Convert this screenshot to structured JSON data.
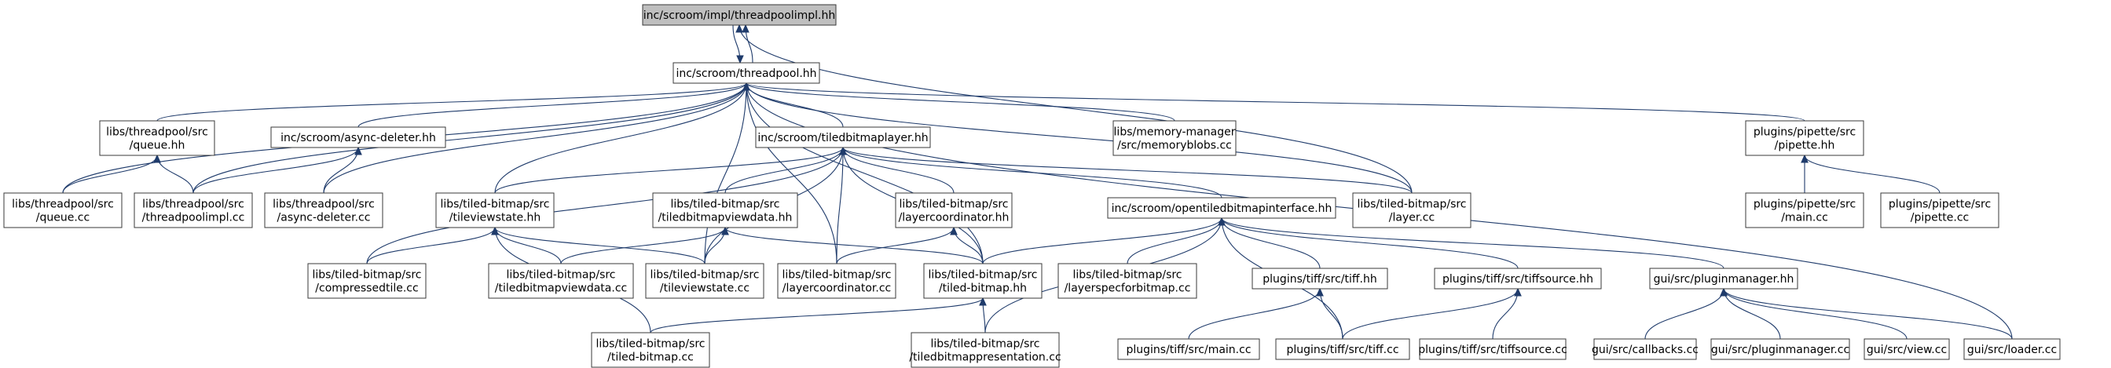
{
  "graph": {
    "nodes": [
      {
        "id": "n_tpimpl_h",
        "lines": [
          "inc/scroom/impl/threadpoolimpl.hh"
        ],
        "focus": true
      },
      {
        "id": "n_threadpool",
        "lines": [
          "inc/scroom/threadpool.hh"
        ]
      },
      {
        "id": "n_queue_hh",
        "lines": [
          "libs/threadpool/src",
          "/queue.hh"
        ]
      },
      {
        "id": "n_asyncdel_hh",
        "lines": [
          "inc/scroom/async-deleter.hh"
        ]
      },
      {
        "id": "n_tbl",
        "lines": [
          "inc/scroom/tiledbitmaplayer.hh"
        ]
      },
      {
        "id": "n_memblobs",
        "lines": [
          "libs/memory-manager",
          "/src/memoryblobs.cc"
        ]
      },
      {
        "id": "n_pipette_hh",
        "lines": [
          "plugins/pipette/src",
          "/pipette.hh"
        ]
      },
      {
        "id": "n_queue_cc",
        "lines": [
          "libs/threadpool/src",
          "/queue.cc"
        ]
      },
      {
        "id": "n_tpimpl_cc",
        "lines": [
          "libs/threadpool/src",
          "/threadpoolimpl.cc"
        ]
      },
      {
        "id": "n_asyncdel_cc",
        "lines": [
          "libs/threadpool/src",
          "/async-deleter.cc"
        ]
      },
      {
        "id": "n_tvs_hh",
        "lines": [
          "libs/tiled-bitmap/src",
          "/tileviewstate.hh"
        ]
      },
      {
        "id": "n_tbvd_hh",
        "lines": [
          "libs/tiled-bitmap/src",
          "/tiledbitmapviewdata.hh"
        ]
      },
      {
        "id": "n_lc_hh",
        "lines": [
          "libs/tiled-bitmap/src",
          "/layercoordinator.hh"
        ]
      },
      {
        "id": "n_otbi",
        "lines": [
          "inc/scroom/opentiledbitmapinterface.hh"
        ]
      },
      {
        "id": "n_layer_cc",
        "lines": [
          "libs/tiled-bitmap/src",
          "/layer.cc"
        ]
      },
      {
        "id": "n_pip_main",
        "lines": [
          "plugins/pipette/src",
          "/main.cc"
        ]
      },
      {
        "id": "n_pip_cc",
        "lines": [
          "plugins/pipette/src",
          "/pipette.cc"
        ]
      },
      {
        "id": "n_ctile",
        "lines": [
          "libs/tiled-bitmap/src",
          "/compressedtile.cc"
        ]
      },
      {
        "id": "n_tbvd_cc",
        "lines": [
          "libs/tiled-bitmap/src",
          "/tiledbitmapviewdata.cc"
        ]
      },
      {
        "id": "n_tvs_cc",
        "lines": [
          "libs/tiled-bitmap/src",
          "/tileviewstate.cc"
        ]
      },
      {
        "id": "n_lc_cc",
        "lines": [
          "libs/tiled-bitmap/src",
          "/layercoordinator.cc"
        ]
      },
      {
        "id": "n_tb_hh",
        "lines": [
          "libs/tiled-bitmap/src",
          "/tiled-bitmap.hh"
        ]
      },
      {
        "id": "n_lsfb",
        "lines": [
          "libs/tiled-bitmap/src",
          "/layerspecforbitmap.cc"
        ]
      },
      {
        "id": "n_tiff_hh",
        "lines": [
          "plugins/tiff/src/tiff.hh"
        ]
      },
      {
        "id": "n_tiffsrc_hh",
        "lines": [
          "plugins/tiff/src/tiffsource.hh"
        ]
      },
      {
        "id": "n_pm_hh",
        "lines": [
          "gui/src/pluginmanager.hh"
        ]
      },
      {
        "id": "n_tb_cc",
        "lines": [
          "libs/tiled-bitmap/src",
          "/tiled-bitmap.cc"
        ]
      },
      {
        "id": "n_tbp_cc",
        "lines": [
          "libs/tiled-bitmap/src",
          "/tiledbitmappresentation.cc"
        ]
      },
      {
        "id": "n_tiff_main",
        "lines": [
          "plugins/tiff/src/main.cc"
        ]
      },
      {
        "id": "n_tiff_cc",
        "lines": [
          "plugins/tiff/src/tiff.cc"
        ]
      },
      {
        "id": "n_tiffsrc_cc",
        "lines": [
          "plugins/tiff/src/tiffsource.cc"
        ]
      },
      {
        "id": "n_callbacks",
        "lines": [
          "gui/src/callbacks.cc"
        ]
      },
      {
        "id": "n_pm_cc",
        "lines": [
          "gui/src/pluginmanager.cc"
        ]
      },
      {
        "id": "n_view",
        "lines": [
          "gui/src/view.cc"
        ]
      },
      {
        "id": "n_loader",
        "lines": [
          "gui/src/loader.cc"
        ]
      }
    ],
    "edges": [
      [
        "n_tpimpl_h",
        "n_threadpool"
      ],
      [
        "n_threadpool",
        "n_tpimpl_h"
      ],
      [
        "n_tpimpl_h",
        "n_layer_cc"
      ],
      [
        "n_threadpool",
        "n_queue_hh"
      ],
      [
        "n_threadpool",
        "n_asyncdel_hh"
      ],
      [
        "n_threadpool",
        "n_tbl"
      ],
      [
        "n_threadpool",
        "n_memblobs"
      ],
      [
        "n_threadpool",
        "n_pipette_hh"
      ],
      [
        "n_threadpool",
        "n_queue_cc"
      ],
      [
        "n_threadpool",
        "n_tpimpl_cc"
      ],
      [
        "n_threadpool",
        "n_asyncdel_cc"
      ],
      [
        "n_threadpool",
        "n_tvs_hh"
      ],
      [
        "n_threadpool",
        "n_tvs_cc"
      ],
      [
        "n_threadpool",
        "n_lc_cc"
      ],
      [
        "n_threadpool",
        "n_tb_hh"
      ],
      [
        "n_threadpool",
        "n_layer_cc"
      ],
      [
        "n_threadpool",
        "n_loader"
      ],
      [
        "n_queue_hh",
        "n_queue_cc"
      ],
      [
        "n_queue_hh",
        "n_tpimpl_cc"
      ],
      [
        "n_asyncdel_hh",
        "n_tpimpl_cc"
      ],
      [
        "n_asyncdel_hh",
        "n_asyncdel_cc"
      ],
      [
        "n_tbl",
        "n_tvs_hh"
      ],
      [
        "n_tbl",
        "n_tbvd_hh"
      ],
      [
        "n_tbl",
        "n_lc_hh"
      ],
      [
        "n_tbl",
        "n_otbi"
      ],
      [
        "n_tbl",
        "n_layer_cc"
      ],
      [
        "n_tbl",
        "n_ctile"
      ],
      [
        "n_tbl",
        "n_tvs_cc"
      ],
      [
        "n_tbl",
        "n_lc_cc"
      ],
      [
        "n_tbl",
        "n_tb_hh"
      ],
      [
        "n_pipette_hh",
        "n_pip_main"
      ],
      [
        "n_pipette_hh",
        "n_pip_cc"
      ],
      [
        "n_tvs_hh",
        "n_ctile"
      ],
      [
        "n_tvs_hh",
        "n_tbvd_cc"
      ],
      [
        "n_tvs_hh",
        "n_tvs_cc"
      ],
      [
        "n_tvs_hh",
        "n_tb_cc"
      ],
      [
        "n_tbvd_hh",
        "n_tbvd_cc"
      ],
      [
        "n_tbvd_hh",
        "n_tvs_cc"
      ],
      [
        "n_tbvd_hh",
        "n_tb_hh"
      ],
      [
        "n_lc_hh",
        "n_lc_cc"
      ],
      [
        "n_lc_hh",
        "n_tb_hh"
      ],
      [
        "n_otbi",
        "n_tb_hh"
      ],
      [
        "n_otbi",
        "n_lsfb"
      ],
      [
        "n_otbi",
        "n_tiff_hh"
      ],
      [
        "n_otbi",
        "n_tiffsrc_hh"
      ],
      [
        "n_otbi",
        "n_pm_hh"
      ],
      [
        "n_otbi",
        "n_tbp_cc"
      ],
      [
        "n_otbi",
        "n_tiff_cc"
      ],
      [
        "n_tb_hh",
        "n_tb_cc"
      ],
      [
        "n_tb_hh",
        "n_tbp_cc"
      ],
      [
        "n_tiff_hh",
        "n_tiff_main"
      ],
      [
        "n_tiff_hh",
        "n_tiff_cc"
      ],
      [
        "n_tiffsrc_hh",
        "n_tiff_cc"
      ],
      [
        "n_tiffsrc_hh",
        "n_tiffsrc_cc"
      ],
      [
        "n_pm_hh",
        "n_callbacks"
      ],
      [
        "n_pm_hh",
        "n_pm_cc"
      ],
      [
        "n_pm_hh",
        "n_view"
      ],
      [
        "n_pm_hh",
        "n_loader"
      ]
    ]
  }
}
